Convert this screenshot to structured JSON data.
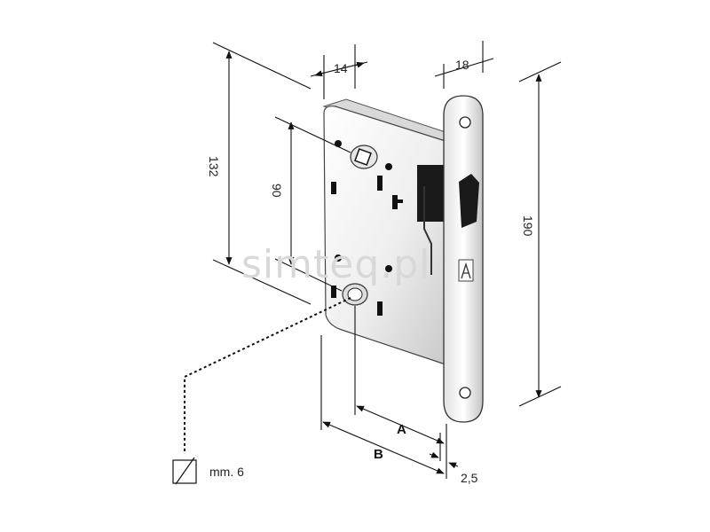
{
  "dimensions": {
    "width_faceplate": "18",
    "depth_case": "14",
    "height_case": "132",
    "spindle_spacing": "90",
    "height_faceplate": "190",
    "offset_a": "A",
    "offset_b": "B",
    "faceplate_thickness": "2,5",
    "spindle_size": "mm. 6"
  },
  "watermark": "simteq.pl",
  "colors": {
    "line": "#111111",
    "case_light": "#f4f4f4",
    "case_shadow": "#bdbdbd",
    "latch": "#1a1a1a"
  },
  "icons": {
    "spindle_symbol": "square-spindle-icon"
  }
}
